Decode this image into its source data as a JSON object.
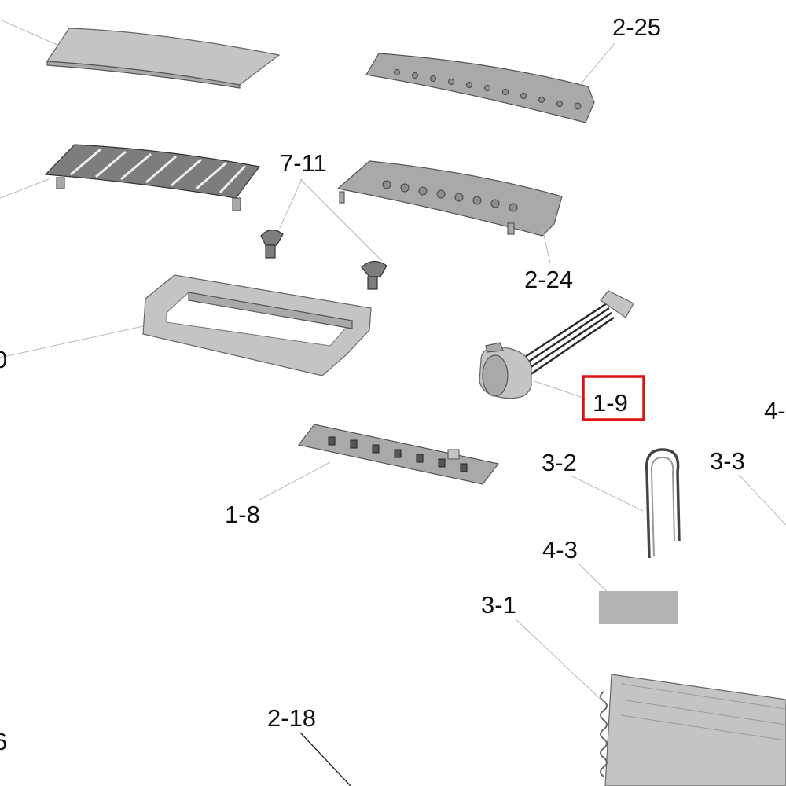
{
  "labels": {
    "l_2_25": "2-25",
    "l_7_11": "7-11",
    "l_2_24": "2-24",
    "l_1_9": "1-9",
    "l_1_8": "1-8",
    "l_3_2": "3-2",
    "l_3_3": "3-3",
    "l_4_3": "4-3",
    "l_3_1": "3-1",
    "l_2_18": "2-18",
    "l_edge_0": "0",
    "l_edge_4": "4-",
    "l_edge_6": "6"
  },
  "highlight": {
    "label": "1-9",
    "color": "#e01010"
  },
  "colors": {
    "part_fill": "#a9a9a9",
    "part_stroke": "#555555",
    "leader": "#b9b9b9"
  }
}
